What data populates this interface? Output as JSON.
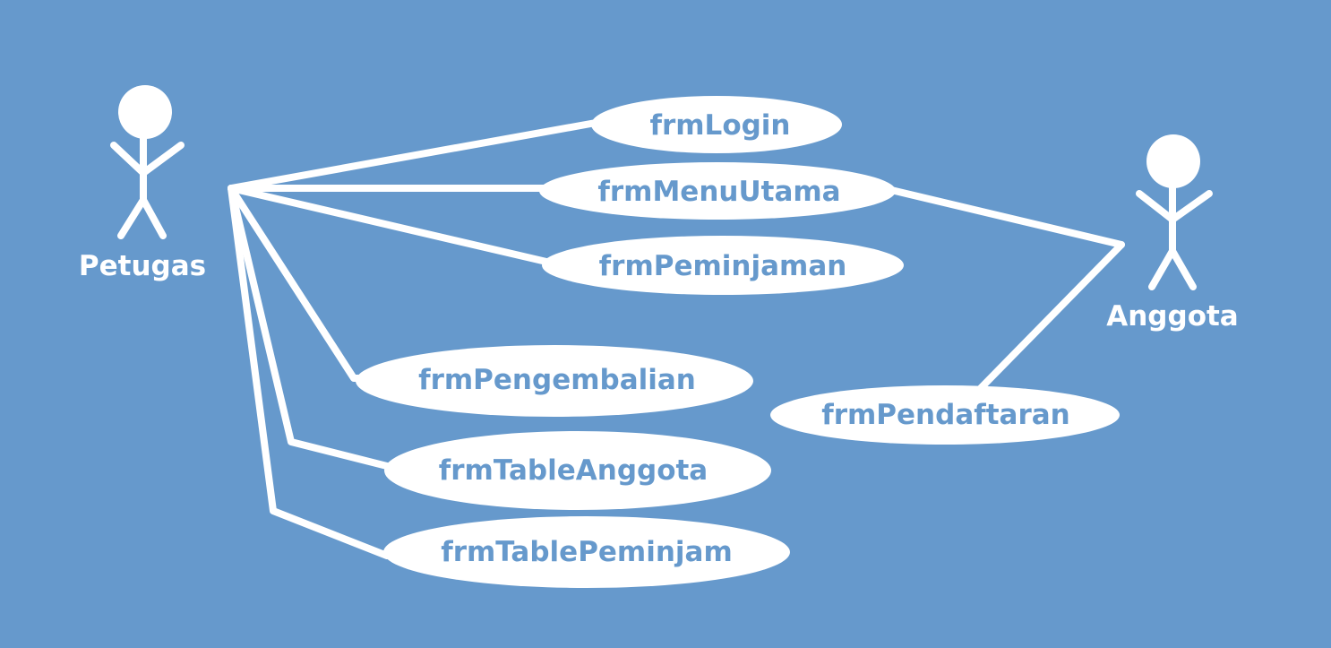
{
  "colors": {
    "background": "#6699CC",
    "foreground": "#FFFFFF",
    "use_case_text": "#6699CC"
  },
  "actors": {
    "petugas": {
      "label": "Petugas",
      "icon": "stick-figure-icon"
    },
    "anggota": {
      "label": "Anggota",
      "icon": "stick-figure-icon"
    }
  },
  "use_cases": {
    "login": "frmLogin",
    "menu_utama": "frmMenuUtama",
    "peminjaman": "frmPeminjaman",
    "pengembalian": "frmPengembalian",
    "table_anggota": "frmTableAnggota",
    "table_peminjam": "frmTablePeminjam",
    "pendaftaran": "frmPendaftaran"
  }
}
